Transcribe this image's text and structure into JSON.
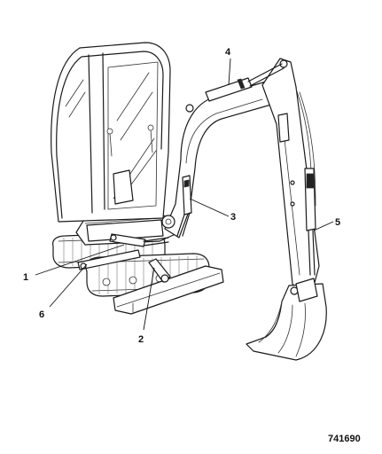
{
  "callouts": [
    {
      "id": "1",
      "label": "1"
    },
    {
      "id": "2",
      "label": "2"
    },
    {
      "id": "3",
      "label": "3"
    },
    {
      "id": "4",
      "label": "4"
    },
    {
      "id": "5",
      "label": "5"
    },
    {
      "id": "6",
      "label": "6"
    }
  ],
  "figure_id": "741690"
}
